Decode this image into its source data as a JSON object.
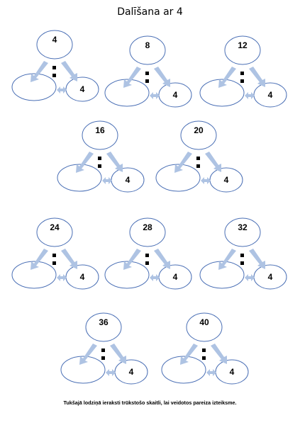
{
  "title": "Dalīšana ar 4",
  "divisor": "4",
  "dividends": [
    "4",
    "8",
    "12",
    "16",
    "20",
    "24",
    "28",
    "32",
    "36",
    "40"
  ],
  "division_symbol": ":",
  "instruction": "Tukšajā lodziņā ieraksti trūkstošo skaitli, lai veidotos pareiza izteiksme.",
  "colors": {
    "outline": "#4a6fb5",
    "arrow": "#aec3e3"
  },
  "icons": {
    "arrow_down_left": "arrow-down-left-icon",
    "arrow_down_right": "arrow-down-right-icon",
    "double_arrow": "double-arrow-icon"
  }
}
